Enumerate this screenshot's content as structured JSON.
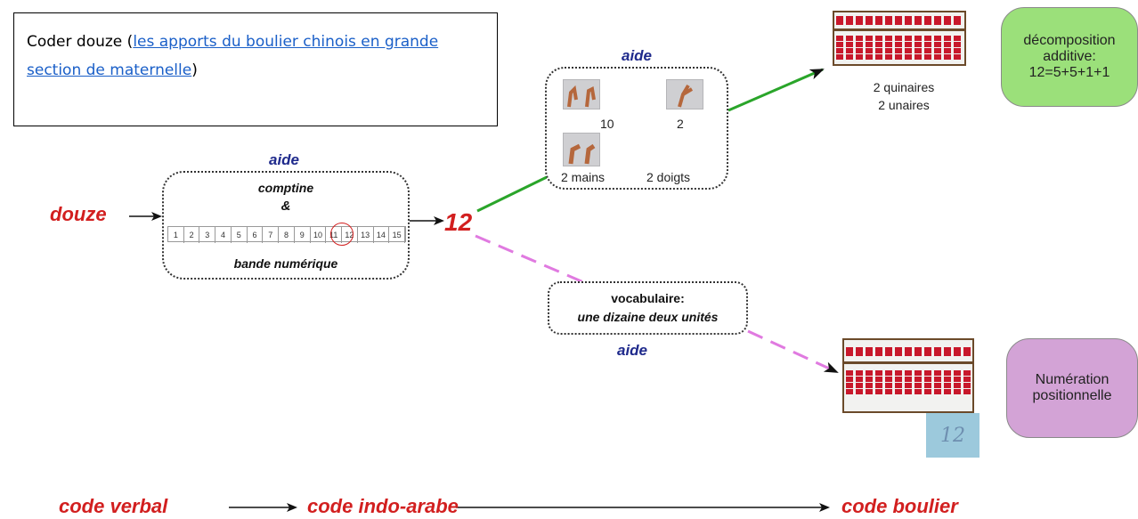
{
  "title_box": {
    "prefix": "Coder douze (",
    "link_text": "les apports du boulier chinois en grande section de maternelle",
    "suffix": ")"
  },
  "left": {
    "word": "douze",
    "aide": "aide",
    "comptine": "comptine",
    "ampersand": "&",
    "bande": "bande numérique",
    "strip_numbers": [
      "1",
      "2",
      "3",
      "4",
      "5",
      "6",
      "7",
      "8",
      "9",
      "10",
      "11",
      "12",
      "13",
      "14",
      "15"
    ],
    "result": "12"
  },
  "hands": {
    "aide": "aide",
    "label_10": "10",
    "label_2": "2",
    "label_mains": "2 mains",
    "label_doigts": "2 doigts"
  },
  "top_right": {
    "line1": "2 quinaires",
    "line2": "2 unaires",
    "decomp": [
      "décomposition",
      "additive:",
      "12=5+5+1+1"
    ]
  },
  "vocab": {
    "line1": "vocabulaire:",
    "line2": "une dizaine deux unités",
    "aide": "aide"
  },
  "bottom_right": {
    "numeration": [
      "Numération",
      "positionnelle"
    ],
    "card": "12"
  },
  "footer": {
    "code_verbal": "code verbal",
    "code_indo": "code indo-arabe",
    "code_boulier": "code boulier"
  },
  "colors": {
    "red": "#d21f1f",
    "navy": "#1f2a8c",
    "green_arrow": "#2aa52a",
    "pink_arrow": "#e07ae0",
    "green_bubble": "#9be07a",
    "purple_bubble": "#d3a3d6",
    "abacus_bead": "#c8182b",
    "card_blue": "#9cc9dc"
  }
}
